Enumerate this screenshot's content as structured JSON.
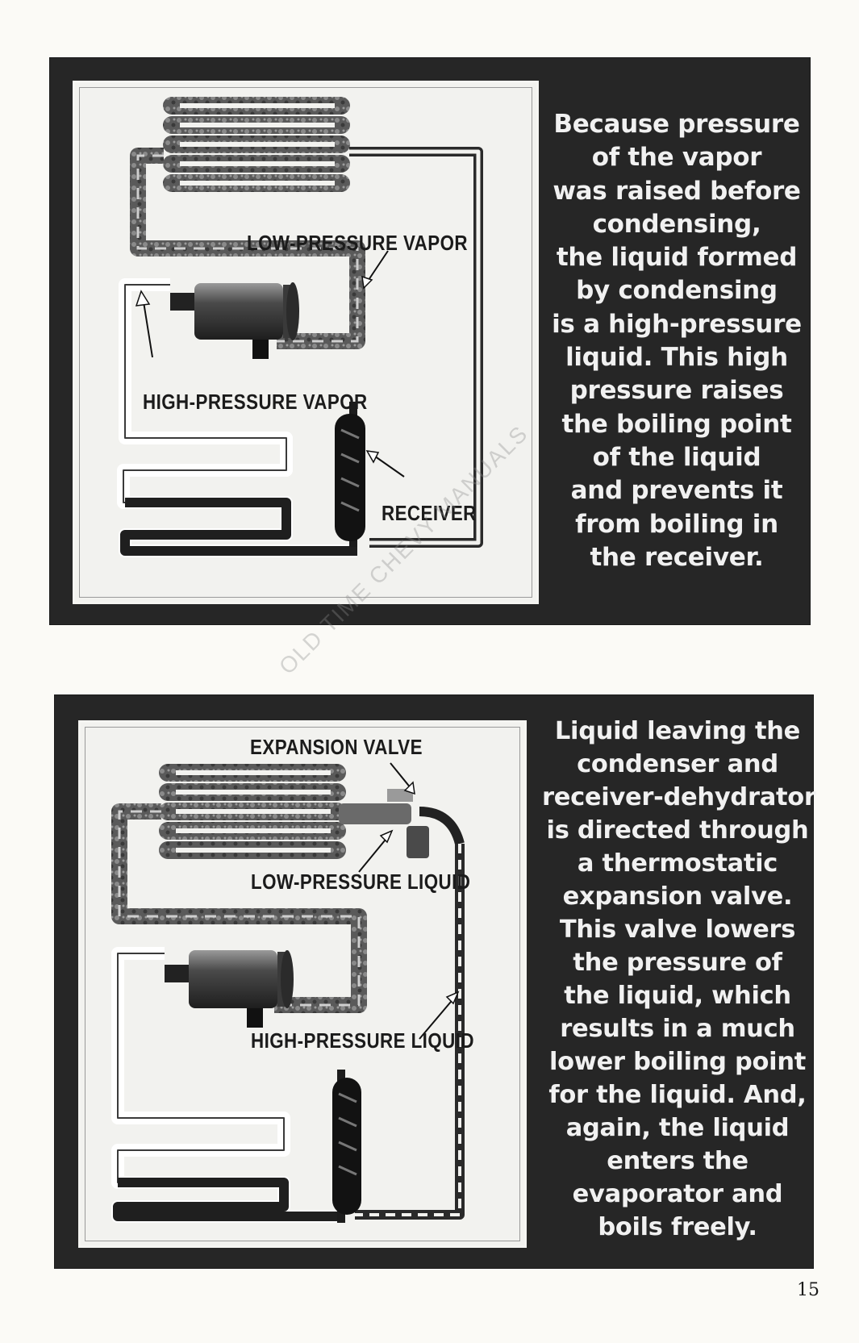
{
  "panel1": {
    "labels": {
      "low_pressure_vapor": "LOW-PRESSURE VAPOR",
      "high_pressure_vapor": "HIGH-PRESSURE VAPOR",
      "receiver": "RECEIVER"
    },
    "caption_lines": [
      "Because pressure",
      "of the vapor",
      "was raised before",
      "condensing,",
      "the liquid formed",
      "by condensing",
      "is a high-pressure",
      "liquid. This high",
      "pressure raises",
      "the boiling point",
      "of the liquid",
      "and prevents it",
      "from boiling in",
      "the receiver."
    ]
  },
  "panel2": {
    "labels": {
      "expansion_valve": "EXPANSION VALVE",
      "low_pressure_liquid": "LOW-PRESSURE LIQUID",
      "high_pressure_liquid": "HIGH-PRESSURE LIQUID"
    },
    "caption_lines": [
      "Liquid leaving the",
      "condenser and",
      "receiver-dehydrator",
      "is directed through",
      "a thermostatic",
      "expansion valve.",
      "This valve lowers",
      "the pressure of",
      "the liquid, which",
      "results in a much",
      "lower boiling point",
      "for the liquid. And,",
      "again, the liquid",
      "enters the",
      "evaporator and",
      "boils freely."
    ]
  },
  "watermark": "OLD TIME CHEVY MANUALS",
  "page_number": "15"
}
